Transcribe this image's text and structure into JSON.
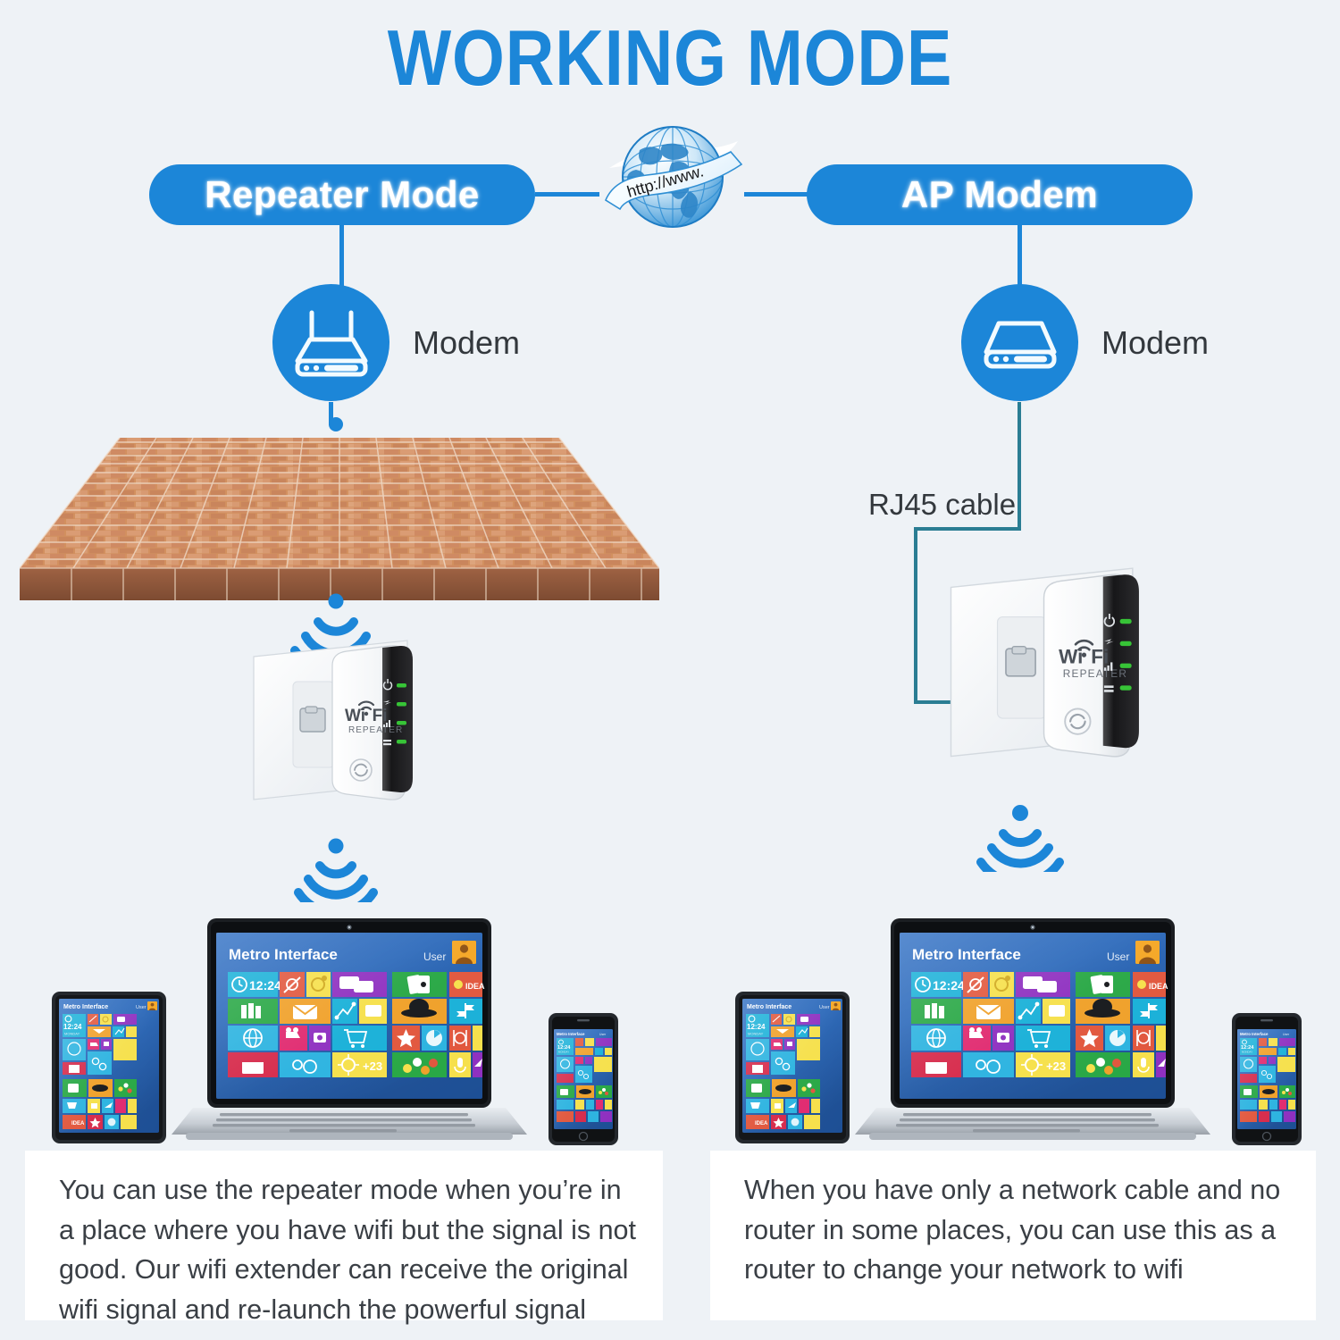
{
  "page": {
    "title": "WORKING MODE",
    "background_color": "#eef2f6",
    "accent_color": "#1c86d8",
    "cable_color": "#2a7d93"
  },
  "globe": {
    "icon": "globe-internet-icon",
    "banner_text": "http://www."
  },
  "columns": [
    {
      "id": "repeater",
      "mode_label": "Repeater Mode",
      "modem": {
        "icon": "router-with-antennas-icon",
        "label": "Modem"
      },
      "obstacle": {
        "icon": "brick-wall-icon"
      },
      "device": {
        "icon": "wifi-repeater-plug-icon",
        "brand_top": "Wi",
        "brand_bottom": "Fi",
        "subtitle": "REPEATER",
        "led_labels": [
          "power-led",
          "wps-led",
          "signal-led",
          "lan-led"
        ],
        "led_color": "#3ec23e"
      },
      "caption": "You can use the repeater mode when you’re in a place where you have wifi but the signal is not good. Our wifi extender can receive the original wifi signal and re-launch the powerful signal"
    },
    {
      "id": "ap",
      "mode_label": "AP Modem",
      "modem": {
        "icon": "modem-box-icon",
        "label": "Modem"
      },
      "cable_label": "RJ45 cable",
      "device": {
        "icon": "wifi-repeater-plug-icon",
        "brand_top": "Wi",
        "brand_bottom": "Fi",
        "subtitle": "REPEATER",
        "led_labels": [
          "power-led",
          "wps-led",
          "signal-led",
          "lan-led"
        ],
        "led_color": "#3ec23e"
      },
      "caption": "When you have only a network cable and no router in some places, you can use this as a router to change your network to wifi"
    }
  ],
  "client_screen": {
    "header_title": "Metro Interface",
    "user_label": "User",
    "clock": "12:24",
    "day": "MONDAY",
    "idea_tile": "IDEA",
    "count_tile": "+23"
  }
}
